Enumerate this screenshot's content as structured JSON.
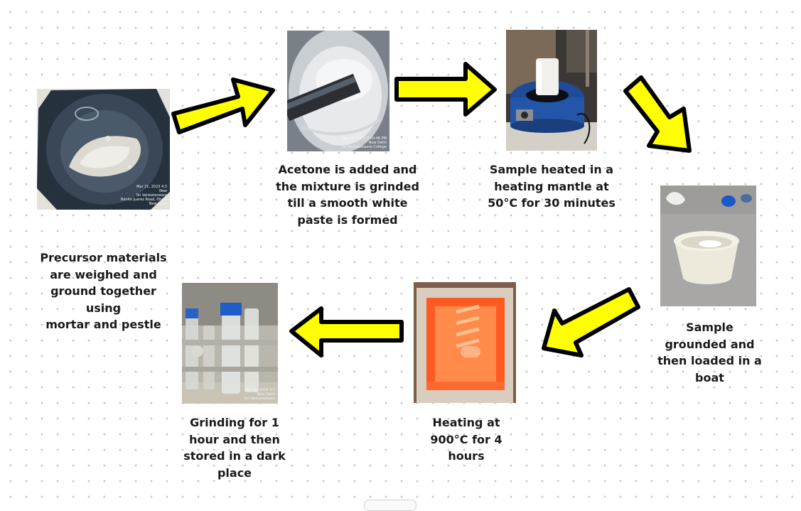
{
  "steps": [
    {
      "id": "step1",
      "caption": "Precursor materials\nare weighed and\nground together using\nmortar and pestle"
    },
    {
      "id": "step2",
      "caption": "Acetone is added and\nthe mixture is grinded\ntill a smooth white\npaste is formed"
    },
    {
      "id": "step3",
      "caption": "Sample heated in a\nheating mantle at\n50°C for 30 minutes"
    },
    {
      "id": "step4",
      "caption": "Sample\ngrounded and\nthen loaded in a\nboat"
    },
    {
      "id": "step5",
      "caption": "Heating at\n900°C for 4\nhours"
    },
    {
      "id": "step6",
      "caption": "Grinding for 1\nhour and then\nstored in a dark\nplace"
    }
  ],
  "photo_stamps": {
    "step1": [
      "Mar 21, 2023 4:3",
      "New",
      "Sri Venkateswara",
      "Benito Juarez Road, Dhaul",
      "New Delhi"
    ],
    "step2": [
      "Apr 18, 2023 3:50:46 PM",
      "New Delhi",
      "Sri Venkateswara College"
    ],
    "step6": [
      "Apr 23, 2023 3:1",
      "New Delhi",
      "Sri Venkateswara"
    ]
  },
  "colors": {
    "arrow_fill": "#ffff00",
    "arrow_stroke": "#000000",
    "caption_text": "#1a1a1a"
  }
}
